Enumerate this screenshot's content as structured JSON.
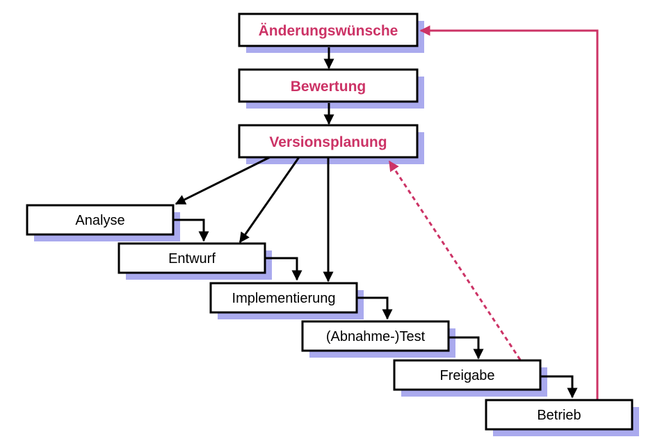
{
  "colors": {
    "accent": "#cc3366",
    "shadow": "#aaaaee",
    "box_border": "#000000"
  },
  "boxes": {
    "aenderungswuensche": "Änderungswünsche",
    "bewertung": "Bewertung",
    "versionsplanung": "Versionsplanung",
    "analyse": "Analyse",
    "entwurf": "Entwurf",
    "implementierung": "Implementierung",
    "abnahmetest": "(Abnahme-)Test",
    "freigabe": "Freigabe",
    "betrieb": "Betrieb"
  }
}
